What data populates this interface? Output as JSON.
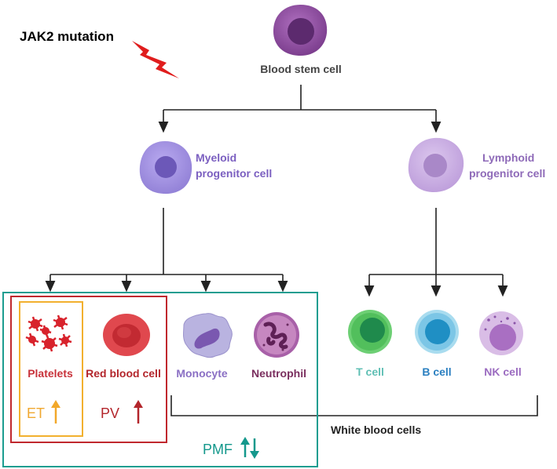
{
  "mutation": {
    "label": "JAK2 mutation",
    "color": "#d61f1f"
  },
  "stem": {
    "label": "Blood stem cell",
    "color": "#7d3f8f"
  },
  "myeloid": {
    "label_line1": "Myeloid",
    "label_line2": "progenitor cell",
    "color": "#7b5fc0"
  },
  "lymphoid": {
    "label_line1": "Lymphoid",
    "label_line2": "progenitor cell",
    "color": "#8e6ab8"
  },
  "myeloid_cells": {
    "platelets": {
      "label": "Platelets",
      "color": "#c8323a"
    },
    "rbc": {
      "label": "Red blood cell",
      "color": "#b3262c"
    },
    "monocyte": {
      "label": "Monocyte",
      "color": "#8a6fc4"
    },
    "neutrophil": {
      "label": "Neutrophil",
      "color": "#7a2e5e"
    }
  },
  "lymphoid_cells": {
    "tcell": {
      "label": "T cell",
      "color": "#5fbfb4"
    },
    "bcell": {
      "label": "B cell",
      "color": "#2a7fc0"
    },
    "nkcell": {
      "label": "NK cell",
      "color": "#9b6bc0"
    }
  },
  "groups": {
    "et": {
      "label": "ET",
      "color": "#f0a830"
    },
    "pv": {
      "label": "PV",
      "color": "#b3262c"
    },
    "pmf": {
      "label": "PMF",
      "color": "#14988c"
    },
    "white_blood_cells": "White blood cells"
  }
}
